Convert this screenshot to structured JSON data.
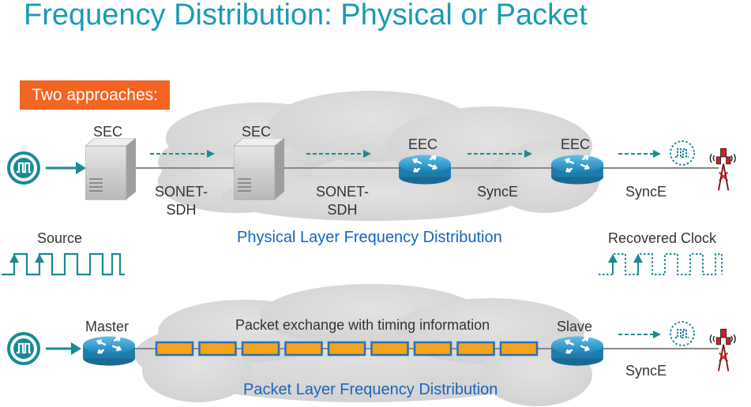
{
  "title": "Frequency Distribution: Physical or Packet",
  "badge": "Two approaches:",
  "physical": {
    "node1": "SEC",
    "node2": "SEC",
    "node3": "EEC",
    "node4": "EEC",
    "link1": "SONET-\nSDH",
    "link2": "SONET-\nSDH",
    "link3": "SyncE",
    "link4": "SyncE",
    "source_label": "Source",
    "recovered_label": "Recovered Clock",
    "caption": "Physical Layer Frequency Distribution"
  },
  "packet": {
    "master": "Master",
    "slave": "Slave",
    "exchange": "Packet exchange with timing information",
    "link": "SyncE",
    "caption": "Packet Layer Frequency Distribution",
    "packet_count": 9
  },
  "colors": {
    "title": "#1a9bb5",
    "badge": "#f26522",
    "teal": "#1a8a94",
    "router": "#2a8fc1",
    "packet": "#f5a31a",
    "packet_border": "#2a6fb8",
    "caption": "#1565c0"
  }
}
